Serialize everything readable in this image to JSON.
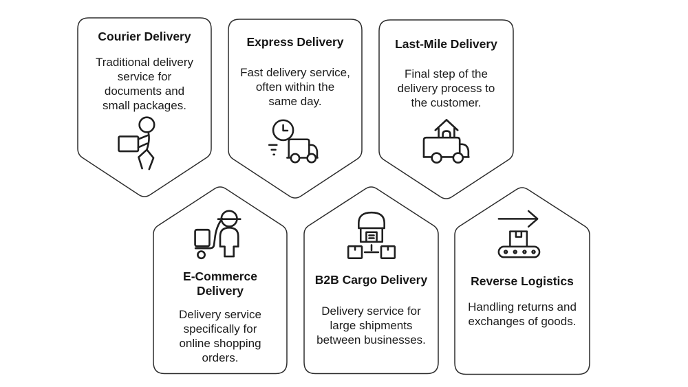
{
  "canvas": {
    "background_color": "#ffffff",
    "outline_color": "#2d2d2d",
    "text_color": "#151515",
    "icon_stroke_color": "#1f1f1f"
  },
  "cards": [
    {
      "title": "Courier Delivery",
      "body_lines": [
        "Traditional delivery",
        "service for",
        "documents and",
        "small packages."
      ],
      "icon": "courier-carrying-package-icon",
      "banner_direction": "point-down"
    },
    {
      "title": "Express Delivery",
      "body_lines": [
        "Fast delivery service,",
        "often within the",
        "same day."
      ],
      "icon": "express-truck-clock-icon",
      "banner_direction": "point-down"
    },
    {
      "title": "Last-Mile Delivery",
      "body_lines": [
        "Final step of the",
        "delivery process to",
        "the customer."
      ],
      "icon": "home-delivery-truck-icon",
      "banner_direction": "point-down"
    },
    {
      "title": "E-Commerce Delivery",
      "body_lines": [
        "Delivery service",
        "specifically for",
        "online shopping",
        "orders."
      ],
      "icon": "courier-hand-truck-icon",
      "banner_direction": "point-up"
    },
    {
      "title": "B2B Cargo Delivery",
      "body_lines": [
        "Delivery service for",
        "large shipments",
        "between businesses."
      ],
      "icon": "warehouse-distribution-icon",
      "banner_direction": "point-up"
    },
    {
      "title": "Reverse Logistics",
      "body_lines": [
        "Handling returns and",
        "exchanges of goods."
      ],
      "icon": "conveyor-return-arrow-icon",
      "banner_direction": "point-up"
    }
  ]
}
